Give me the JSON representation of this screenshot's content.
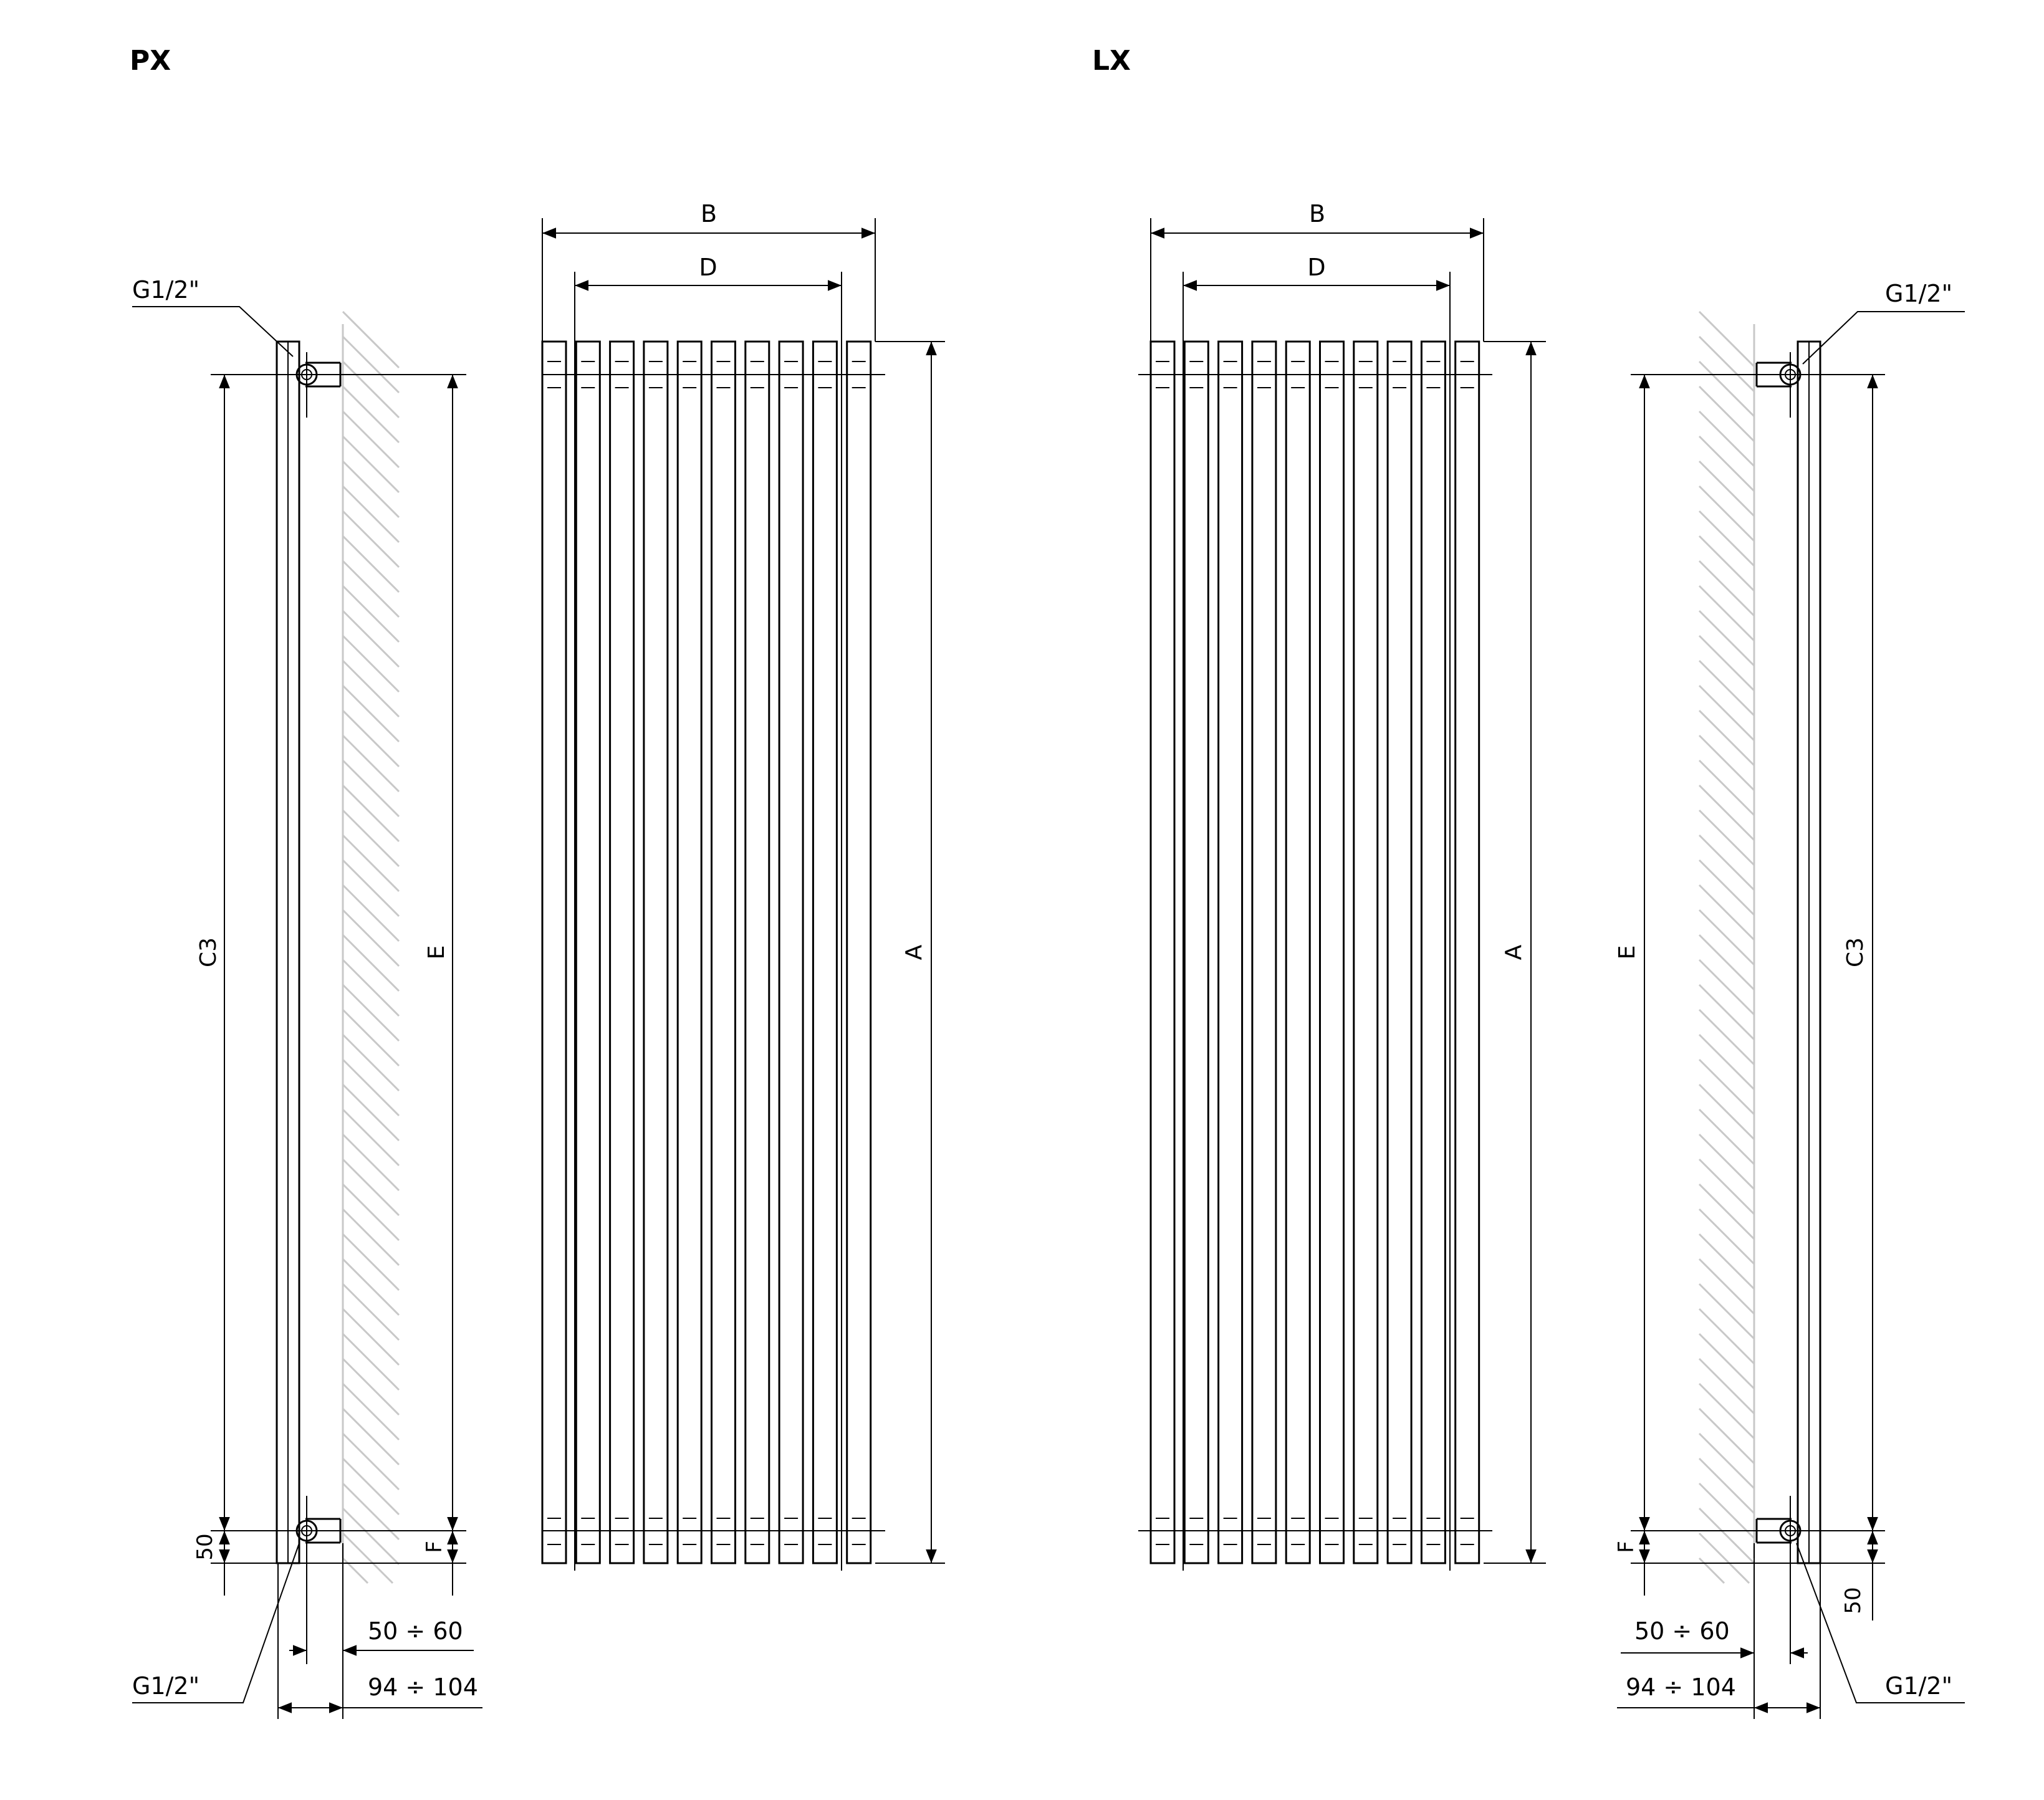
{
  "titles": {
    "left": "PX",
    "right": "LX"
  },
  "labels": {
    "B": "B",
    "D": "D",
    "A": "A",
    "C3": "C3",
    "E": "E",
    "F": "F",
    "offset_50": "50",
    "connection_top": "G1/2\"",
    "connection_bottom": "G1/2\"",
    "wall_gap": "50 ÷ 60",
    "depth": "94 ÷ 104"
  },
  "colors": {
    "lines": "#000000",
    "wall_hatch": "#c8c8c8",
    "background": "#ffffff"
  },
  "radiator": {
    "tube_count": 10
  }
}
